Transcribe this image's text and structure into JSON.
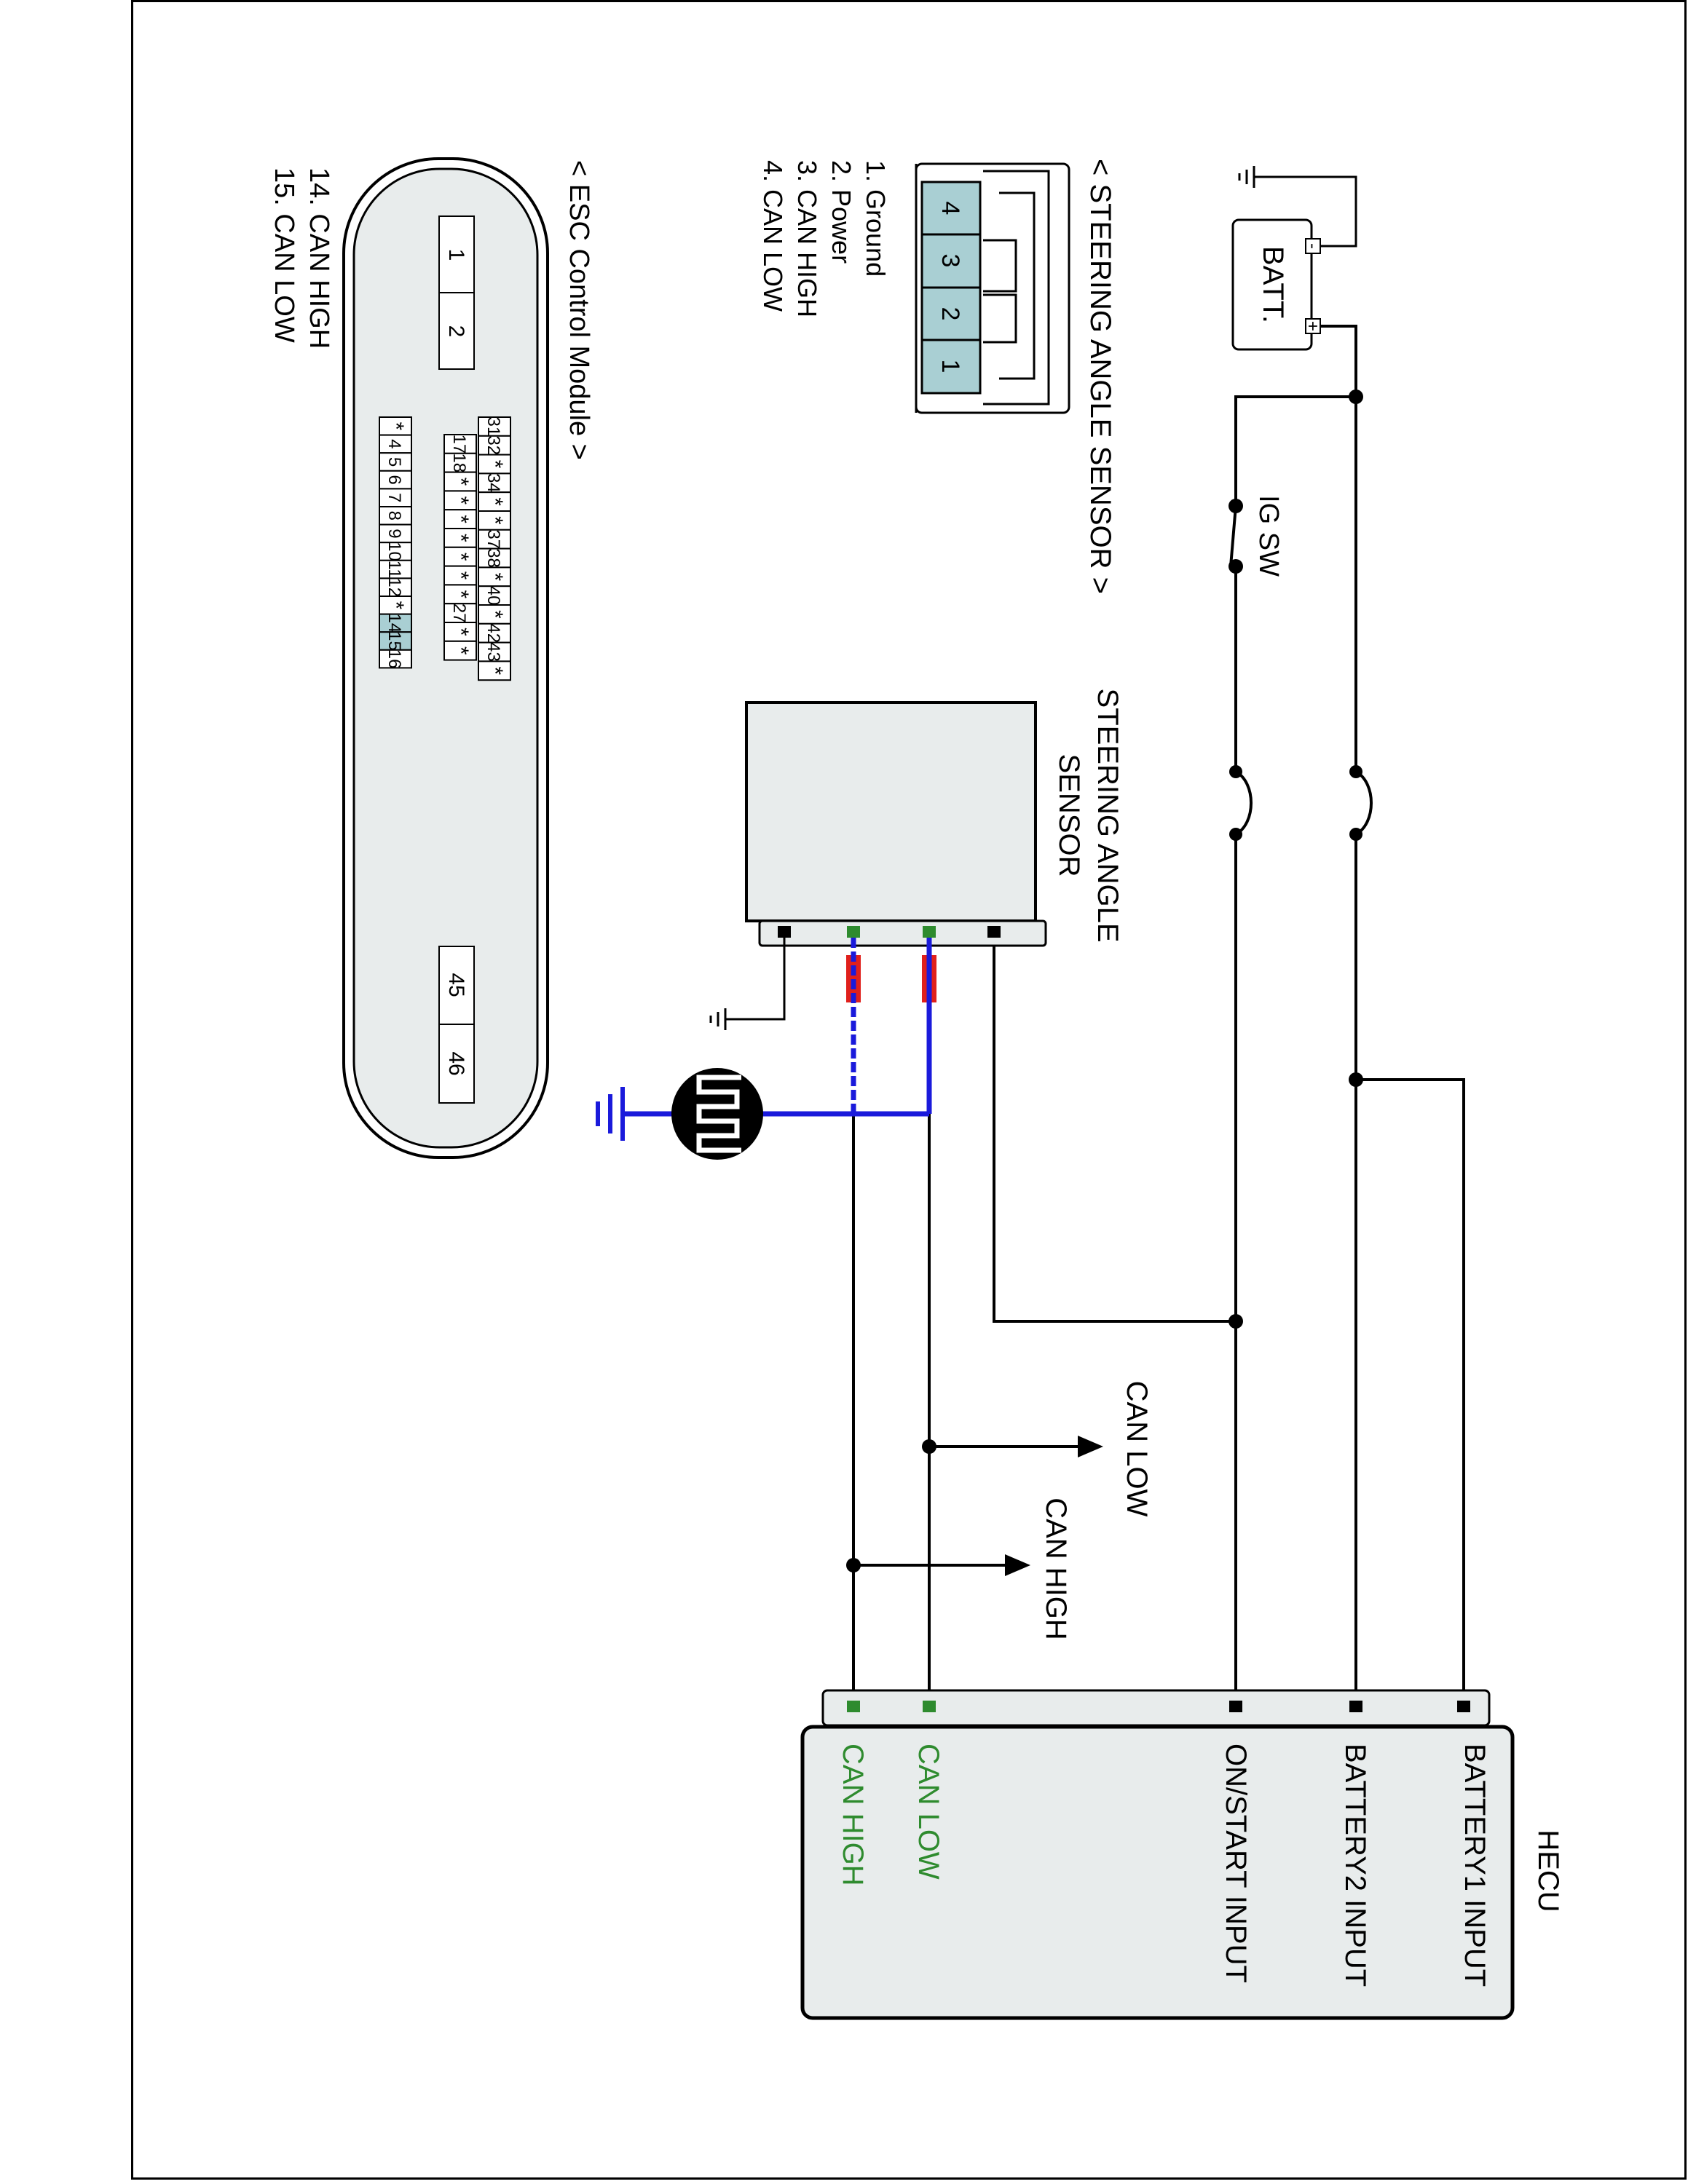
{
  "battery": {
    "label": "BATT.",
    "minus": "-",
    "plus": "+"
  },
  "ig_switch": {
    "label": "IG SW"
  },
  "steering_sensor": {
    "label_line1": "STEERING ANGLE",
    "label_line2": "SENSOR"
  },
  "sas_connector": {
    "title": "< STEERING ANGLE SENSOR >",
    "pins": [
      "4",
      "3",
      "2",
      "1"
    ],
    "legend": [
      "1. Ground",
      "2. Power",
      "3. CAN HIGH",
      "4. CAN LOW"
    ]
  },
  "esc_module": {
    "title": "< ESC Control Module >",
    "block_a": [
      "1",
      "2"
    ],
    "row_top": [
      "31",
      "32",
      "*",
      "34",
      "*",
      "*",
      "37",
      "38",
      "*",
      "40",
      "*",
      "42",
      "43",
      "*"
    ],
    "row_mid": [
      "17",
      "18",
      "*",
      "*",
      "*",
      "*",
      "*",
      "*",
      "*",
      "27",
      "*",
      "*"
    ],
    "row_bottom": [
      "*",
      "4",
      "5",
      "6",
      "7",
      "8",
      "9",
      "10",
      "11",
      "12",
      "*",
      "14",
      "15",
      "16"
    ],
    "block_b": [
      "45",
      "46"
    ],
    "legend": [
      "14. CAN HIGH",
      "15. CAN LOW"
    ]
  },
  "hecu": {
    "title": "HECU",
    "inputs": [
      "BATTERY1 INPUT",
      "BATTERY2 INPUT",
      "ON/START INPUT",
      "CAN LOW",
      "CAN HIGH"
    ]
  },
  "can_arrows": {
    "low": "CAN LOW",
    "high": "CAN HIGH"
  },
  "colors": {
    "can_wire": "#1a1adb",
    "can_pin": "#2e8b2e",
    "sleeve": "#e0201c",
    "highlight": "#a9cfd3",
    "box_fill": "#e8ecec"
  }
}
